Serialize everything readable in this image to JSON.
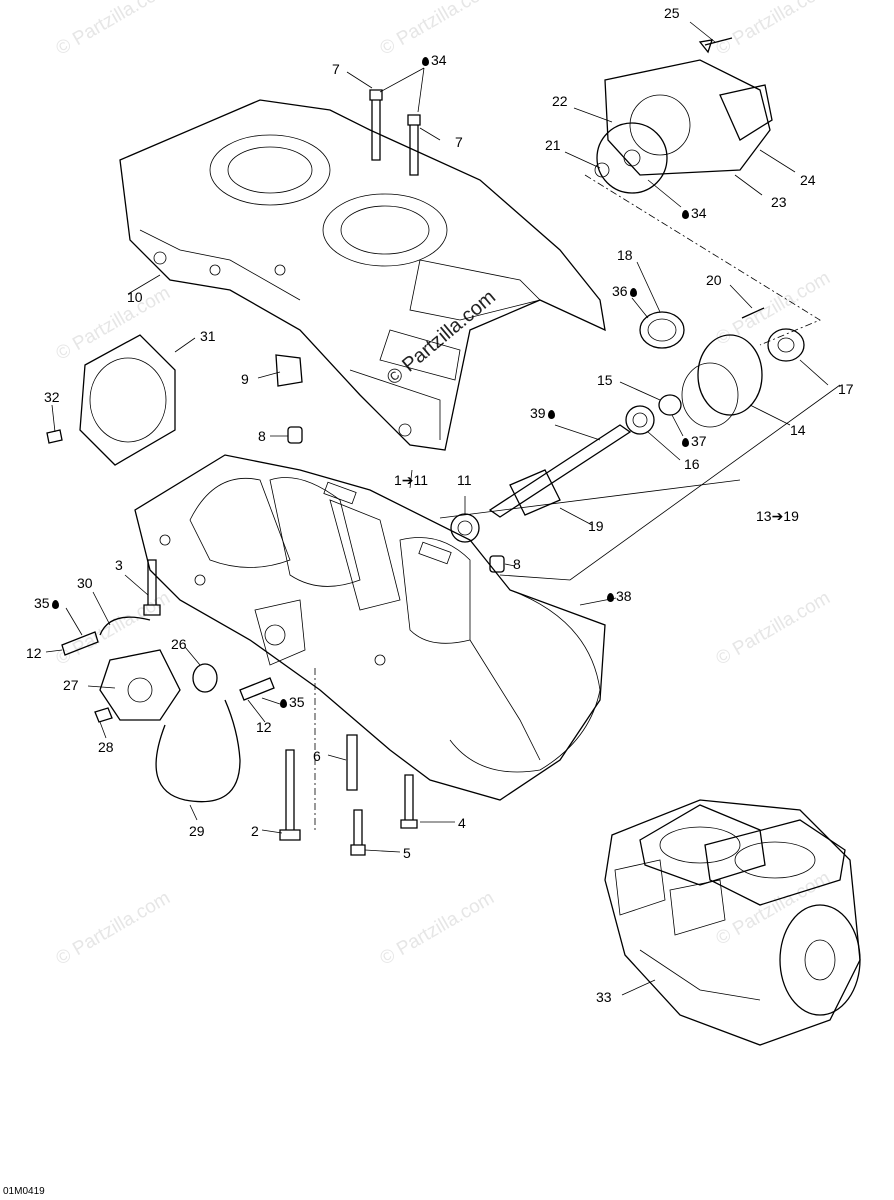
{
  "watermark": {
    "text": "© Partzilla.com"
  },
  "diagram_code": "01M0419",
  "callouts": [
    {
      "id": "c25",
      "text": "25",
      "drop": false
    },
    {
      "id": "c7a",
      "text": "7",
      "drop": false
    },
    {
      "id": "c34a",
      "text": "34",
      "drop": true
    },
    {
      "id": "c22",
      "text": "22",
      "drop": false
    },
    {
      "id": "c7b",
      "text": "7",
      "drop": false
    },
    {
      "id": "c21",
      "text": "21",
      "drop": false
    },
    {
      "id": "c24",
      "text": "24",
      "drop": false
    },
    {
      "id": "c23",
      "text": "23",
      "drop": false
    },
    {
      "id": "c34b",
      "text": "34",
      "drop": true
    },
    {
      "id": "c18",
      "text": "18",
      "drop": false
    },
    {
      "id": "c20",
      "text": "20",
      "drop": false
    },
    {
      "id": "c36",
      "text": "36",
      "drop": true
    },
    {
      "id": "c10",
      "text": "10",
      "drop": false
    },
    {
      "id": "c31",
      "text": "31",
      "drop": false
    },
    {
      "id": "c17",
      "text": "17",
      "drop": false
    },
    {
      "id": "c9",
      "text": "9",
      "drop": false
    },
    {
      "id": "c15",
      "text": "15",
      "drop": false
    },
    {
      "id": "c32",
      "text": "32",
      "drop": false
    },
    {
      "id": "c39",
      "text": "39",
      "drop": true
    },
    {
      "id": "c14",
      "text": "14",
      "drop": false
    },
    {
      "id": "c8a",
      "text": "8",
      "drop": false
    },
    {
      "id": "c37",
      "text": "37",
      "drop": true
    },
    {
      "id": "c16",
      "text": "16",
      "drop": false
    },
    {
      "id": "c1",
      "text": "1➔11",
      "drop": false
    },
    {
      "id": "c11",
      "text": "11",
      "drop": false
    },
    {
      "id": "c13",
      "text": "13➔19",
      "drop": false
    },
    {
      "id": "c19",
      "text": "19",
      "drop": false
    },
    {
      "id": "c3",
      "text": "3",
      "drop": false
    },
    {
      "id": "c8b",
      "text": "8",
      "drop": false
    },
    {
      "id": "c30",
      "text": "30",
      "drop": false
    },
    {
      "id": "c35a",
      "text": "35",
      "drop": true
    },
    {
      "id": "c38",
      "text": "38",
      "drop": true
    },
    {
      "id": "c26",
      "text": "26",
      "drop": false
    },
    {
      "id": "c12a",
      "text": "12",
      "drop": false
    },
    {
      "id": "c27",
      "text": "27",
      "drop": false
    },
    {
      "id": "c35b",
      "text": "35",
      "drop": true
    },
    {
      "id": "c12b",
      "text": "12",
      "drop": false
    },
    {
      "id": "c28",
      "text": "28",
      "drop": false
    },
    {
      "id": "c6",
      "text": "6",
      "drop": false
    },
    {
      "id": "c4",
      "text": "4",
      "drop": false
    },
    {
      "id": "c2",
      "text": "2",
      "drop": false
    },
    {
      "id": "c29",
      "text": "29",
      "drop": false
    },
    {
      "id": "c5",
      "text": "5",
      "drop": false
    },
    {
      "id": "c33",
      "text": "33",
      "drop": false
    }
  ]
}
